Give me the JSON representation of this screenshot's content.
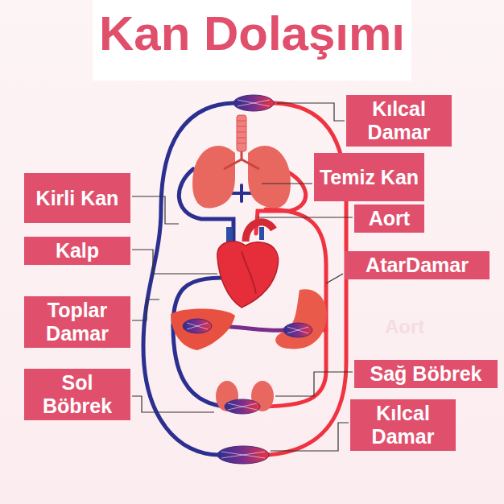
{
  "diagram": {
    "title": "Kan Dolaşımı",
    "nodes": [
      {
        "text": [
          "Kılcal Damar"
        ]
      },
      {
        "text": [
          "Temiz Kan"
        ]
      },
      {
        "text": [
          "Kirli Kan"
        ]
      },
      {
        "text": [
          "Aort"
        ]
      },
      {
        "text": [
          "Kalp"
        ]
      },
      {
        "text": [
          "AtarDamar"
        ]
      },
      {
        "text": [
          "Toplar Damar"
        ]
      },
      {
        "text": [
          "Sağ Böbrek"
        ]
      },
      {
        "text": [
          "Sol Böbrek"
        ]
      },
      {
        "text": [
          "Kılcal Damar"
        ]
      }
    ],
    "labels": [
      "Aort"
    ]
  }
}
